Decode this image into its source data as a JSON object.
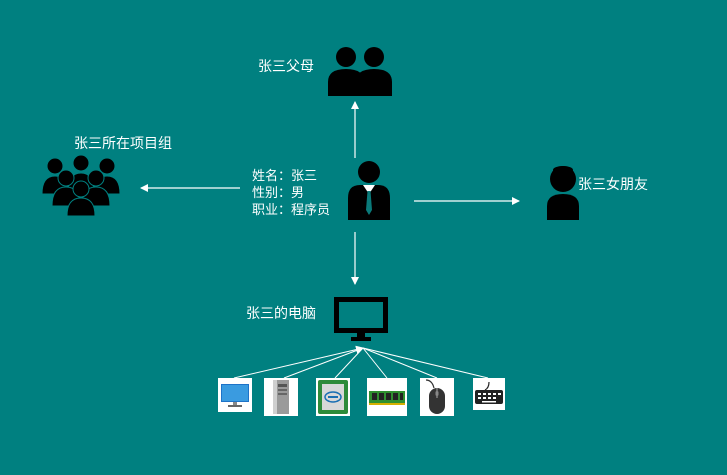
{
  "parents_label": "张三父母",
  "team_label": "张三所在项目组",
  "girlfriend_label": "张三女朋友",
  "computer_label": "张三的电脑",
  "person_info": {
    "name_line": "姓名：张三",
    "gender_line": "性别：男",
    "job_line": "职业：程序员"
  },
  "colors": {
    "background": "#008080",
    "icon": "#000000",
    "line": "#ffffff"
  },
  "peripherals": [
    "monitor-icon",
    "server-case-icon",
    "cpu-chip-icon",
    "ram-module-icon",
    "mouse-icon",
    "keyboard-icon"
  ]
}
